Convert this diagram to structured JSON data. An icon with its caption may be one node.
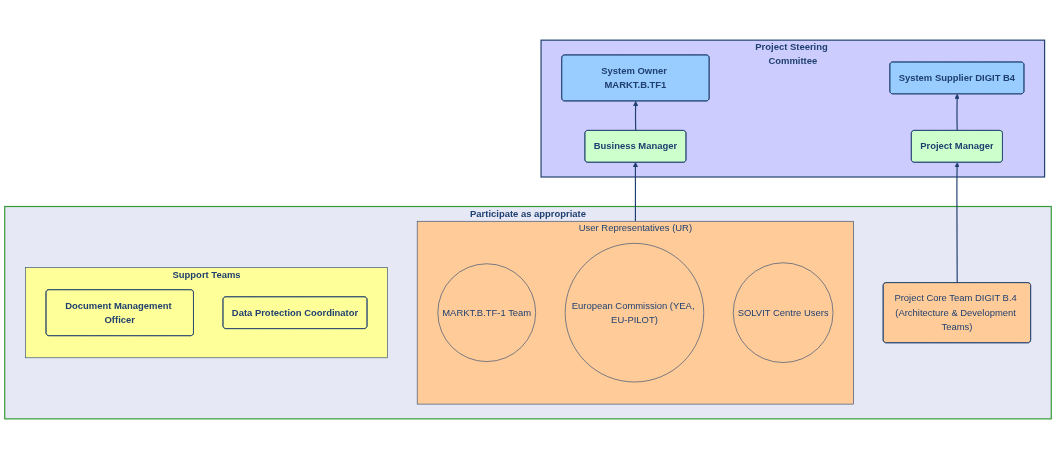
{
  "diagram": {
    "nodes": [
      {
        "text": [
          "Project Steering Committee"
        ]
      },
      {
        "text": [
          "System Owner MARKT.B.TF1"
        ],
        "in": 0
      },
      {
        "text": [
          "System Supplier DIGIT B4"
        ],
        "in": 0
      },
      {
        "text": [
          "Business Manager"
        ],
        "in": 0
      },
      {
        "text": [
          "Project Manager"
        ],
        "in": 0
      },
      {
        "text": [
          "Participate as appropriate"
        ]
      },
      {
        "text": [
          "User Representatives (UR)"
        ],
        "in": 5
      },
      {
        "text": [
          "MARKT.B.TF-1 Team"
        ],
        "in": 6
      },
      {
        "text": [
          "European Commission (YEA, EU-PILOT)"
        ],
        "in": 6
      },
      {
        "text": [
          "SOLVIT Centre Users"
        ],
        "in": 6
      },
      {
        "text": [
          "Project Core Team DIGIT B.4 (Architecture & Development Teams)"
        ],
        "in": 5
      },
      {
        "text": [
          "Support Teams"
        ],
        "in": 5
      },
      {
        "text": [
          "Document Management Officer"
        ],
        "in": 11
      },
      {
        "text": [
          "Data Protection Coordinator"
        ],
        "in": 11
      }
    ],
    "edges": [
      {
        "from": 3,
        "to": 1,
        "arrow": "to"
      },
      {
        "from": 4,
        "to": 2,
        "arrow": "to"
      },
      {
        "from": 6,
        "to": 3,
        "arrow": "to"
      },
      {
        "from": 10,
        "to": 4,
        "arrow": "to"
      }
    ]
  }
}
